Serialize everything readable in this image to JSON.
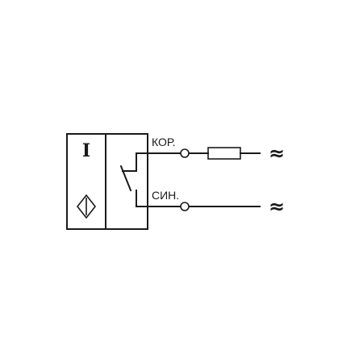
{
  "diagram": {
    "sensor_type_symbol": "I",
    "terminals": [
      {
        "label": "КОР.",
        "color": "brown"
      },
      {
        "label": "СИН.",
        "color": "blue"
      }
    ],
    "supply_symbol": "≈",
    "sensor_icon": "inductive-sensor-diamond-icon",
    "load_icon": "resistor-load-icon",
    "switch_icon": "normally-open-switch-icon"
  }
}
